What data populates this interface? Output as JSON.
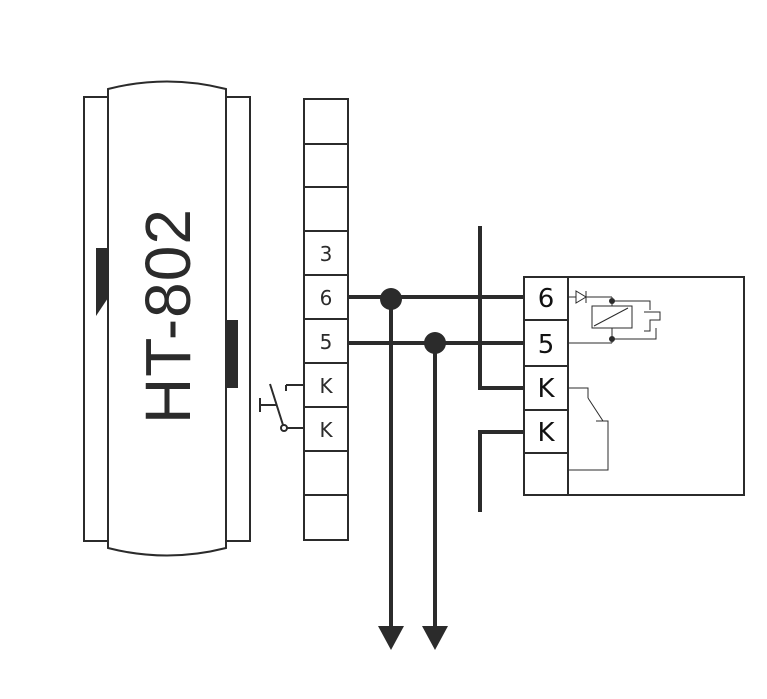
{
  "device": {
    "model_label": "HT-802"
  },
  "left_terminal_block": {
    "labels": [
      "3",
      "6",
      "5",
      "K",
      "K"
    ]
  },
  "right_terminal_block": {
    "labels": [
      "6",
      "5",
      "K",
      "K"
    ]
  },
  "colors": {
    "line": "#2b2b2b",
    "background": "#ffffff"
  }
}
